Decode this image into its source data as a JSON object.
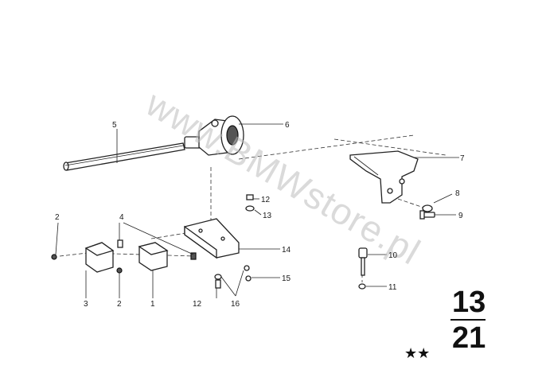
{
  "watermark": {
    "text": "www.BMWstore.pl"
  },
  "group": {
    "top": "13",
    "bottom": "21"
  },
  "stars": "★★",
  "callouts": {
    "c1": "1",
    "c2a": "2",
    "c2b": "2",
    "c3": "3",
    "c4": "4",
    "c5": "5",
    "c6": "6",
    "c7": "7",
    "c8": "8",
    "c9": "9",
    "c10": "10",
    "c11": "11",
    "c12a": "12",
    "c12b": "12",
    "c13": "13",
    "c14": "14",
    "c15": "15",
    "c16": "16"
  }
}
